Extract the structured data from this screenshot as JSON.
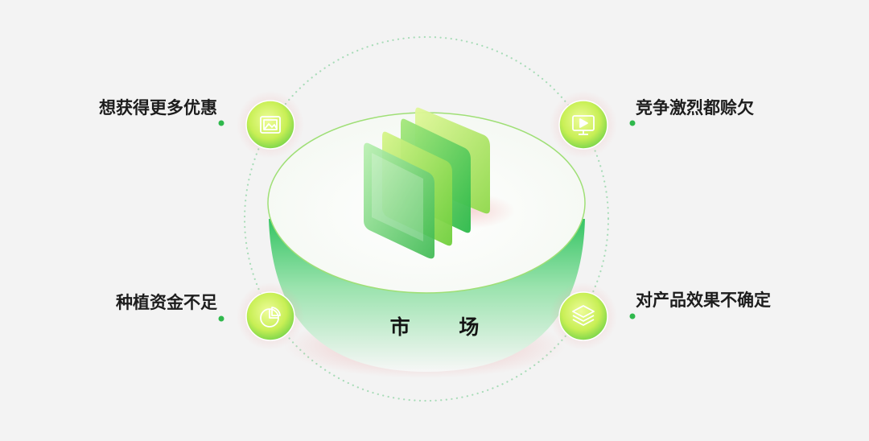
{
  "center": {
    "label": "市 场"
  },
  "nodes": [
    {
      "id": "top-left",
      "label": "想获得更多优惠",
      "icon": "image-icon"
    },
    {
      "id": "top-right",
      "label": "竞争激烈都赊欠",
      "icon": "monitor-play-icon"
    },
    {
      "id": "bottom-left",
      "label": "种植资金不足",
      "icon": "pie-chart-icon"
    },
    {
      "id": "bottom-right",
      "label": "对产品效果不确定",
      "icon": "layers-icon"
    }
  ],
  "colors": {
    "background": "#f3f3f3",
    "accent_green": "#2fb84c",
    "light_green": "#c8f06e",
    "bowl_green": "#3fca6a",
    "glow_pink": "#f2b3b3"
  }
}
